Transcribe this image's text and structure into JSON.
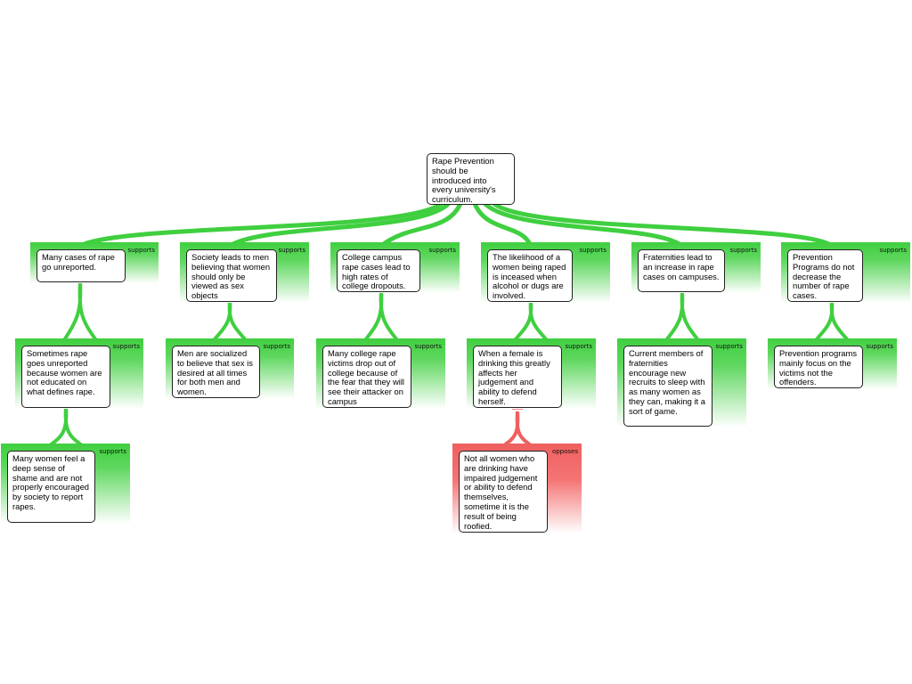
{
  "root": {
    "text": "Rape Prevention should be introduced into every university's curriculum."
  },
  "nodes": [
    {
      "id": "n1",
      "relation": "supports",
      "text": "Many cases of rape go unreported."
    },
    {
      "id": "n2",
      "relation": "supports",
      "text": "Society leads to men believing that women should only be viewed as sex objects"
    },
    {
      "id": "n3",
      "relation": "supports",
      "text": "College campus rape cases lead to high rates of college dropouts."
    },
    {
      "id": "n4",
      "relation": "supports",
      "text": "The likelihood of a women being raped is inceased when alcohol or dugs are involved."
    },
    {
      "id": "n5",
      "relation": "supports",
      "text": "Fraternities lead to an increase in rape cases on campuses."
    },
    {
      "id": "n6",
      "relation": "supports",
      "text": "Prevention Programs do not decrease the number of rape cases."
    },
    {
      "id": "n1a",
      "relation": "supports",
      "text": "Sometimes rape goes unreported because women are not educated on what defines rape."
    },
    {
      "id": "n2a",
      "relation": "supports",
      "text": "Men are socialized to believe that sex is desired at all times for both men and women."
    },
    {
      "id": "n3a",
      "relation": "supports",
      "text": "Many college rape victims drop out of college because of the fear that they will see their attacker on campus"
    },
    {
      "id": "n4a",
      "relation": "supports",
      "text": "When a female is drinking this greatly affects her judgement and ability to defend herself."
    },
    {
      "id": "n5a",
      "relation": "supports",
      "text": "Current members of fraternities encourage new recruits to sleep with as many women as they can, making it a sort of game."
    },
    {
      "id": "n6a",
      "relation": "supports",
      "text": "Prevention programs mainly focus on the victims not the offenders."
    },
    {
      "id": "n1b",
      "relation": "supports",
      "text": "Many women feel a deep sense of shame and are not properly encouraged by society to report rapes."
    },
    {
      "id": "n4b",
      "relation": "opposes",
      "text": "Not all women who are drinking have impaired judgement or ability to defend themselves, sometime it is the result of being roofied."
    }
  ],
  "colors": {
    "supports": "#3fcf3f",
    "opposes": "#f06060"
  }
}
